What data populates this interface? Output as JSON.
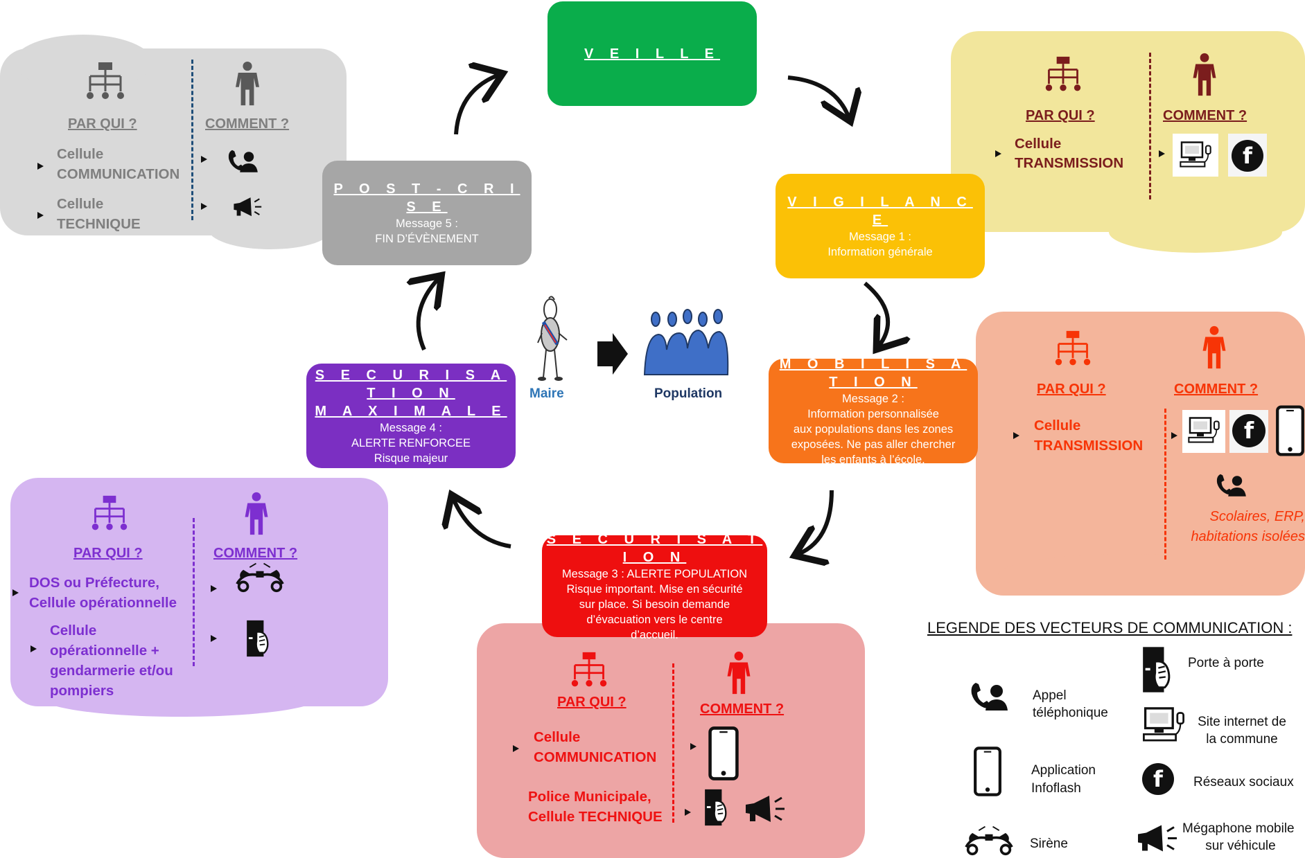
{
  "stages": {
    "veille": {
      "title": "V E I L L E"
    },
    "vigilance": {
      "title": "V I G I L A N C E",
      "lines": [
        "Message  1 :",
        "Information générale"
      ]
    },
    "mobilisation": {
      "title": "M O B I L I S A T I O N",
      "lines": [
        "Message 2 :",
        "Information personnalisée",
        "aux populations dans les zones",
        "exposées. Ne pas aller chercher",
        "les enfants à l’école."
      ]
    },
    "securisation": {
      "title": "S E C U R I S A T I O N",
      "lines": [
        "Message 3 : ALERTE POPULATION",
        "Risque important. Mise en sécurité",
        "sur place. Si besoin demande",
        "d’évacuation vers le centre",
        "d’accueil."
      ]
    },
    "securisation_max": {
      "title_1": "S E C U R I S A T I O N",
      "title_2": "M A X I M A L E",
      "lines": [
        "Message 4 :",
        "ALERTE RENFORCEE",
        "Risque majeur"
      ]
    },
    "post_crise": {
      "title": "P O S T - C R I S E",
      "lines": [
        "Message  5 :",
        "FIN D’ÉVÈNEMENT"
      ]
    }
  },
  "center": {
    "maire": "Maire",
    "population": "Population"
  },
  "panels": {
    "grey": {
      "par_qui": "PAR QUI ?",
      "comment": "COMMENT ?",
      "who_1": [
        "Cellule",
        "COMMUNICATION"
      ],
      "who_2": [
        "Cellule",
        "TECHNIQUE"
      ]
    },
    "yellow": {
      "par_qui": "PAR QUI ?",
      "comment": "COMMENT ?",
      "who_1": [
        "Cellule",
        "TRANSMISSION"
      ]
    },
    "orange": {
      "par_qui": "PAR QUI ?",
      "comment": "COMMENT ?",
      "who_1": [
        "Cellule",
        "TRANSMISSION"
      ],
      "note": [
        "Scolaires, ERP,",
        "habitations isolées"
      ]
    },
    "purple": {
      "par_qui": "PAR QUI ?",
      "comment": "COMMENT ?",
      "who_1": [
        "DOS ou Préfecture,",
        "Cellule opérationnelle"
      ],
      "who_2": [
        "Cellule",
        "opérationnelle +",
        "gendarmerie et/ou",
        "pompiers"
      ]
    },
    "red": {
      "par_qui": "PAR QUI ?",
      "comment": "COMMENT ?",
      "who_1": [
        "Cellule",
        "COMMUNICATION"
      ],
      "who_2": [
        "Police Municipale,",
        "Cellule TECHNIQUE"
      ]
    }
  },
  "legend": {
    "title": "LEGENDE DES VECTEURS DE COMMUNICATION :",
    "items": {
      "appel": [
        "Appel",
        "téléphonique"
      ],
      "porte": [
        "Porte à porte"
      ],
      "site": [
        "Site internet de",
        "la commune"
      ],
      "app": [
        "Application",
        "Infoflash"
      ],
      "social": [
        "Réseaux sociaux"
      ],
      "sirene": [
        "Sirène"
      ],
      "megaphone": [
        "Mégaphone mobile",
        "sur véhicule"
      ]
    }
  },
  "colors": {
    "veille": "#0aad4b",
    "vigilance": "#fbc106",
    "mobilisation": "#f7741b",
    "securisation": "#ee0f0f",
    "securisation_max": "#7b2fc2",
    "post_crise": "#a6a6a6"
  }
}
